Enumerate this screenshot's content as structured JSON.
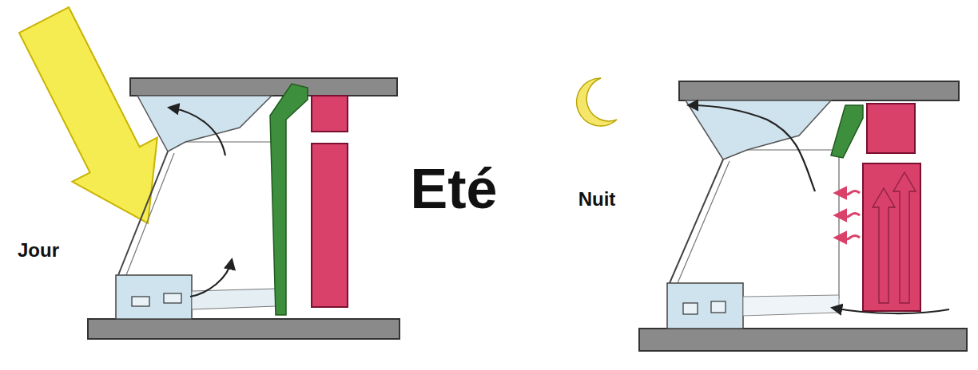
{
  "diagram": {
    "title": "Eté",
    "labels": [
      "Jour",
      "Nuit"
    ]
  }
}
